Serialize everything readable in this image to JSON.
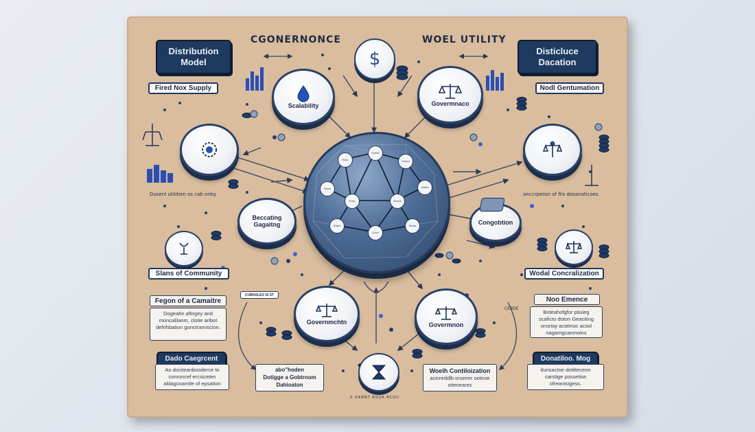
{
  "colors": {
    "board": "#d9bd9e",
    "navy": "#1f3a5f",
    "blue_accent": "#2a52be",
    "node_face": "#f1f3f7"
  },
  "header": {
    "left_title": "CGONERNONCE",
    "right_title": "WOEL UTILITY"
  },
  "corner_boxes": {
    "top_left": {
      "line1": "Distribution",
      "line2": "Model"
    },
    "top_right": {
      "line1": "Disticluce",
      "line2": "Dacation"
    }
  },
  "tags": {
    "fixed_supply": "Fired Nox Supply",
    "model_gen": "Nodl Gentumation",
    "slans_community": "Slans of Community",
    "wodal_conc": "Wodal Concralization"
  },
  "captions": {
    "left_mid": "Dusenl utilitien os cab onby",
    "right_mid": "anccrpeiisn of fiis dosanaticoes"
  },
  "nodes": {
    "scalability": "Scalability",
    "governance_top": "Govermnaco",
    "becoming_line1": "Beccating",
    "becoming_line2": "Gagaitng",
    "congobtion": "Congobtion",
    "governance_bl": "Governmchtn",
    "governance_br": "Govermnon"
  },
  "hub_nodes": [
    "Hcbo",
    "Goess",
    "Goeco",
    "Gucio",
    "Aduto",
    "Soss",
    "Gunoo",
    "Gutoo",
    "Suess",
    "Cuco"
  ],
  "notes": {
    "left_head": "Fegon of a Camaitre",
    "left_body": "Dogeahn aftirgey and moncalilanm, clotie aribot defrihbation gonctramiscion.",
    "right_head": "Noo Emence",
    "right_body": "Boteahofgfor ptiuieg scaficto doton Geaciting onsriay acatmoc acsol nagamgcanmoins",
    "dado_head": "Dado Caegrcent",
    "dado_body": "Ao dociteanbooderce to conroncef ercsiceten aldagcoamtle of epsation",
    "donatilo_head": "Donatiloo. Mog",
    "donatilo_body": "dunsactoe dotitteceon carstige possetise ofreanisigess.",
    "center_left_line1": "abo\"hoden",
    "center_left_line2": "Dotigge a Gobtrnom",
    "center_left_line3": "Dahioaton",
    "center_right_title": "Woelh Contiloization",
    "center_right_body": "acinreddlb orseirer ootiroe oiteneares",
    "tiny_left": "CUBHALEO IS ST",
    "tiny_right": "CEBDE",
    "bottom_caption": "S ONRNT ROUR RCOU"
  },
  "icons": {
    "top_center": "dollar-icon",
    "scalability": "droplet-icon",
    "governance_top": "balance-scale-icon",
    "left_node": "gear-icon",
    "right_node": "scale-icon",
    "small_left": "tripod-icon",
    "small_right": "scale-icon",
    "bottom_center": "hourglass-icon"
  }
}
